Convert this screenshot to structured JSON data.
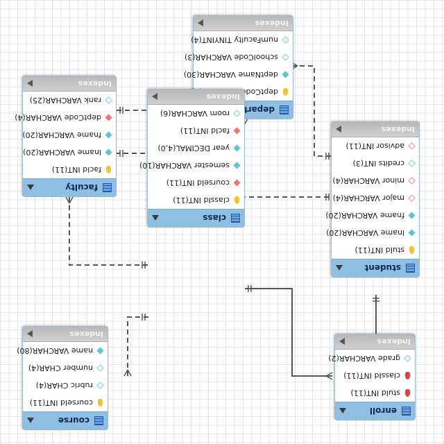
{
  "tables": [
    {
      "id": "department",
      "name": "department",
      "footer": "Indexes",
      "columns": [
        {
          "name": "deptCode VARCHAR(4)",
          "kind": "pk"
        },
        {
          "name": "deptName VARCHAR(30)",
          "kind": "nn"
        },
        {
          "name": "schoolCode VARCHAR(3)",
          "kind": "col"
        },
        {
          "name": "numFaculty TINYINT(4)",
          "kind": "col"
        }
      ]
    },
    {
      "id": "faculty",
      "name": "faculty",
      "footer": "Indexes",
      "columns": [
        {
          "name": "facId INT(11)",
          "kind": "pk"
        },
        {
          "name": "lname VARCHAR(20)",
          "kind": "nn"
        },
        {
          "name": "fname VARCHAR(20)",
          "kind": "nn"
        },
        {
          "name": "deptCode VARCHAR(4)",
          "kind": "fk"
        },
        {
          "name": "rank VARCHAR(25)",
          "kind": "col"
        }
      ]
    },
    {
      "id": "student",
      "name": "student",
      "footer": "Indexes",
      "columns": [
        {
          "name": "stuId INT(11)",
          "kind": "pk"
        },
        {
          "name": "lname VARCHAR(20)",
          "kind": "nn"
        },
        {
          "name": "fname VARCHAR(20)",
          "kind": "nn"
        },
        {
          "name": "major VARCHAR(4)",
          "kind": "fkn"
        },
        {
          "name": "minor VARCHAR(4)",
          "kind": "fkn"
        },
        {
          "name": "credits INT(3)",
          "kind": "col"
        },
        {
          "name": "advisor INT(11)",
          "kind": "fkn"
        }
      ]
    },
    {
      "id": "class",
      "name": "class",
      "footer": "Indexes",
      "columns": [
        {
          "name": "classId INT(11)",
          "kind": "pk"
        },
        {
          "name": "courseId INT(11)",
          "kind": "fk"
        },
        {
          "name": "semester VARCHAR(10)",
          "kind": "nn"
        },
        {
          "name": "year DECIMAL(4,0)",
          "kind": "nn"
        },
        {
          "name": "facId INT(11)",
          "kind": "fk"
        },
        {
          "name": "room VARCHAR(6)",
          "kind": "col"
        }
      ]
    },
    {
      "id": "course",
      "name": "course",
      "footer": "Indexes",
      "columns": [
        {
          "name": "courseId INT(11)",
          "kind": "pk"
        },
        {
          "name": "rubric CHAR(4)",
          "kind": "col"
        },
        {
          "name": "number CHAR(4)",
          "kind": "col"
        },
        {
          "name": "name VARCHAR(80)",
          "kind": "nn"
        }
      ]
    },
    {
      "id": "enroll",
      "name": "enroll",
      "footer": "Indexes",
      "columns": [
        {
          "name": "stuId INT(11)",
          "kind": "fkpk"
        },
        {
          "name": "classId INT(11)",
          "kind": "fkpk"
        },
        {
          "name": "grade VARCHAR(2)",
          "kind": "col"
        }
      ]
    }
  ],
  "relationships": [
    {
      "from": "department",
      "to": "faculty",
      "style": "dashed"
    },
    {
      "from": "department",
      "to": "student",
      "style": "dashed"
    },
    {
      "from": "faculty",
      "to": "student",
      "style": "dashed"
    },
    {
      "from": "faculty",
      "to": "class",
      "style": "dashed"
    },
    {
      "from": "course",
      "to": "class",
      "style": "dashed"
    },
    {
      "from": "student",
      "to": "enroll",
      "style": "solid"
    },
    {
      "from": "class",
      "to": "enroll",
      "style": "solid"
    }
  ],
  "view": {
    "orientation": "rotated 180 degrees"
  }
}
